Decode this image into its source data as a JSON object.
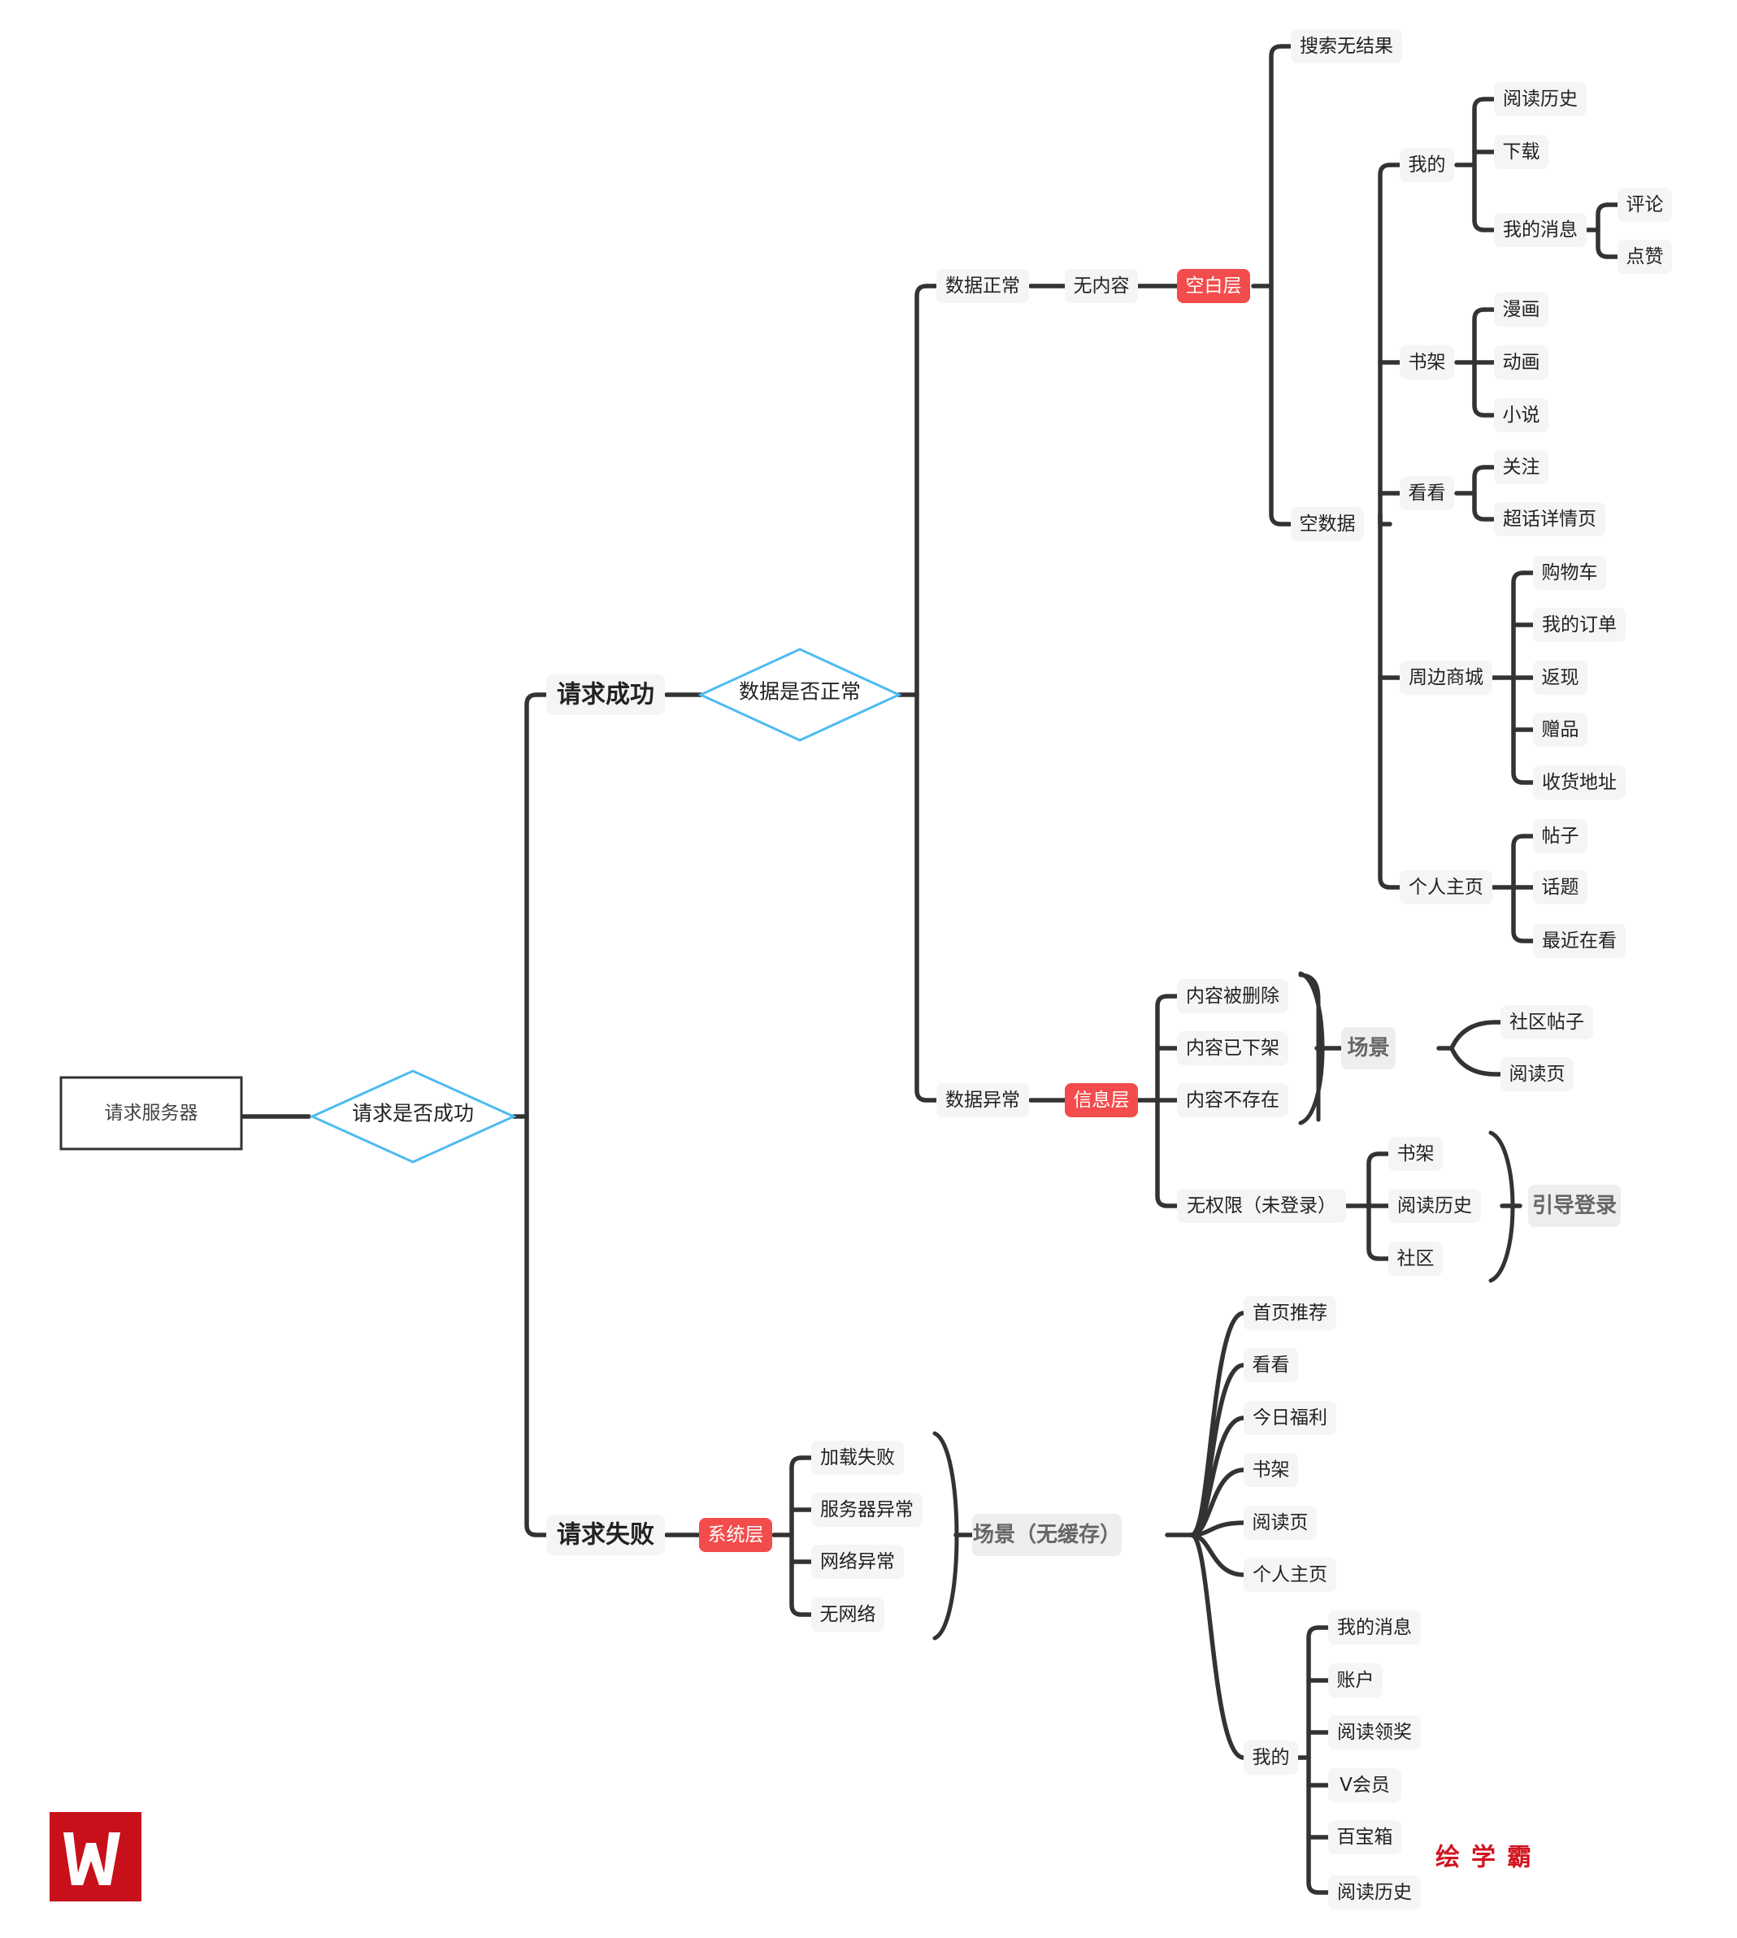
{
  "root": {
    "label": "请求服务器"
  },
  "decisions": {
    "success": "请求是否成功",
    "data_ok": "数据是否正常"
  },
  "branches": {
    "success": "请求成功",
    "fail": "请求失败"
  },
  "data_normal": {
    "label": "数据正常",
    "no_content": "无内容",
    "layer": "空白层",
    "search_no_result": "搜索无结果",
    "empty_data": "空数据",
    "groups": {
      "mine": {
        "label": "我的",
        "items": [
          "阅读历史",
          "下载",
          "我的消息"
        ],
        "my_messages_children": [
          "评论",
          "点赞"
        ]
      },
      "shelf": {
        "label": "书架",
        "items": [
          "漫画",
          "动画",
          "小说"
        ]
      },
      "look": {
        "label": "看看",
        "items": [
          "关注",
          "超话详情页"
        ]
      },
      "mall": {
        "label": "周边商城",
        "items": [
          "购物车",
          "我的订单",
          "返现",
          "赠品",
          "收货地址"
        ]
      },
      "profile": {
        "label": "个人主页",
        "items": [
          "帖子",
          "话题",
          "最近在看"
        ]
      }
    }
  },
  "data_abnormal": {
    "label": "数据异常",
    "layer": "信息层",
    "items": [
      "内容被删除",
      "内容已下架",
      "内容不存在"
    ],
    "scene": "场景",
    "scene_items": [
      "社区帖子",
      "阅读页"
    ],
    "no_permission": "无权限（未登录）",
    "no_permission_items": [
      "书架",
      "阅读历史",
      "社区"
    ],
    "guide_login": "引导登录"
  },
  "request_fail": {
    "layer": "系统层",
    "items": [
      "加载失败",
      "服务器异常",
      "网络异常",
      "无网络"
    ],
    "scene": "场景（无缓存）",
    "scene_items": [
      "首页推荐",
      "看看",
      "今日福利",
      "书架",
      "阅读页",
      "个人主页",
      "我的"
    ],
    "mine_items": [
      "我的消息",
      "账户",
      "阅读领奖",
      "V会员",
      "百宝箱",
      "阅读历史"
    ]
  },
  "watermark": {
    "text": "绘学霸",
    "logo_letter": "W"
  },
  "colors": {
    "line": "#333333",
    "diamond": "#4dbbf2",
    "layer_chip": "#f24c4c",
    "chip": "#f5f5f5",
    "watermark": "#d0151f"
  }
}
